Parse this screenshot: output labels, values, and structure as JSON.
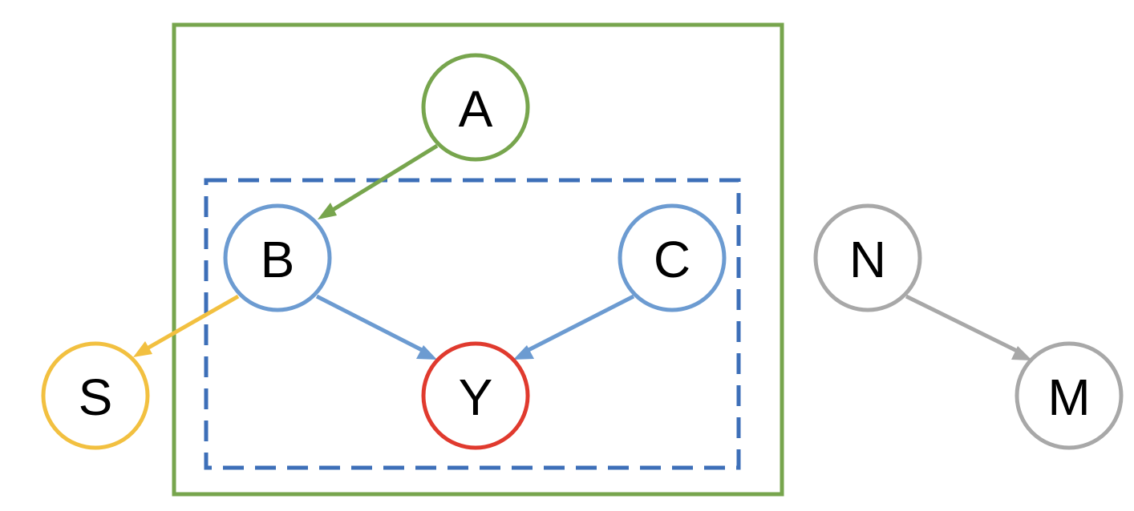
{
  "colors": {
    "green": "#77a54d",
    "blue": "#6c9bd1",
    "blue_dashed": "#3d6fb8",
    "yellow": "#f2c040",
    "red": "#e03a2e",
    "gray": "#a8a8a8",
    "label": "#000000"
  },
  "nodes": {
    "a": {
      "label": "A",
      "color": "green"
    },
    "b": {
      "label": "B",
      "color": "blue"
    },
    "c": {
      "label": "C",
      "color": "blue"
    },
    "y": {
      "label": "Y",
      "color": "red"
    },
    "s": {
      "label": "S",
      "color": "yellow"
    },
    "n": {
      "label": "N",
      "color": "gray"
    },
    "m": {
      "label": "M",
      "color": "gray"
    }
  },
  "edges": [
    {
      "from": "A",
      "to": "B",
      "color": "green"
    },
    {
      "from": "B",
      "to": "Y",
      "color": "blue"
    },
    {
      "from": "C",
      "to": "Y",
      "color": "blue"
    },
    {
      "from": "B",
      "to": "S",
      "color": "yellow"
    },
    {
      "from": "N",
      "to": "M",
      "color": "gray"
    }
  ],
  "groups": [
    {
      "members": [
        "A",
        "B",
        "C",
        "Y"
      ],
      "style": "solid",
      "color": "green"
    },
    {
      "members": [
        "B",
        "C",
        "Y"
      ],
      "style": "dashed",
      "color": "blue_dashed"
    }
  ]
}
